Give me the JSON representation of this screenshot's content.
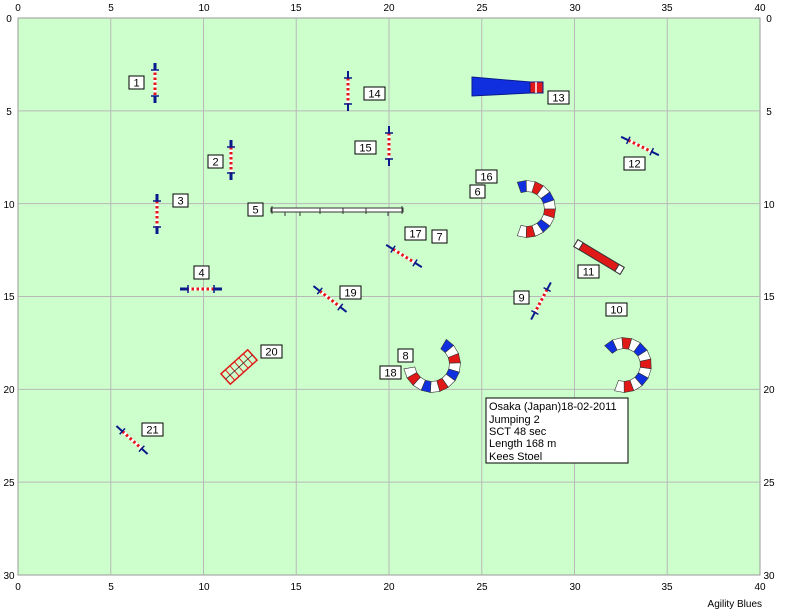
{
  "axes": {
    "x_ticks": [
      "0",
      "5",
      "10",
      "15",
      "20",
      "25",
      "30",
      "35",
      "40"
    ],
    "y_ticks": [
      "0",
      "5",
      "10",
      "15",
      "20",
      "25",
      "30"
    ]
  },
  "colors": {
    "field": "#ccffcc",
    "grid": "#b8b8b8",
    "pole_red": "#e8141c",
    "wing_blue": "#0a1a8c",
    "tunnel_blue": "#1030e0",
    "tunnel_red": "#e01818"
  },
  "obstacles": {
    "numbers": [
      "1",
      "2",
      "3",
      "4",
      "5",
      "6",
      "7",
      "8",
      "9",
      "10",
      "11",
      "12",
      "13",
      "14",
      "15",
      "16",
      "17",
      "18",
      "19",
      "20",
      "21"
    ]
  },
  "info_box": {
    "line1": "Osaka (Japan)18-02-2011",
    "line2": "Jumping 2",
    "line3": "SCT 48 sec",
    "line4": "Length 168 m",
    "line5": "Kees Stoel"
  },
  "credit": "Agility Blues"
}
